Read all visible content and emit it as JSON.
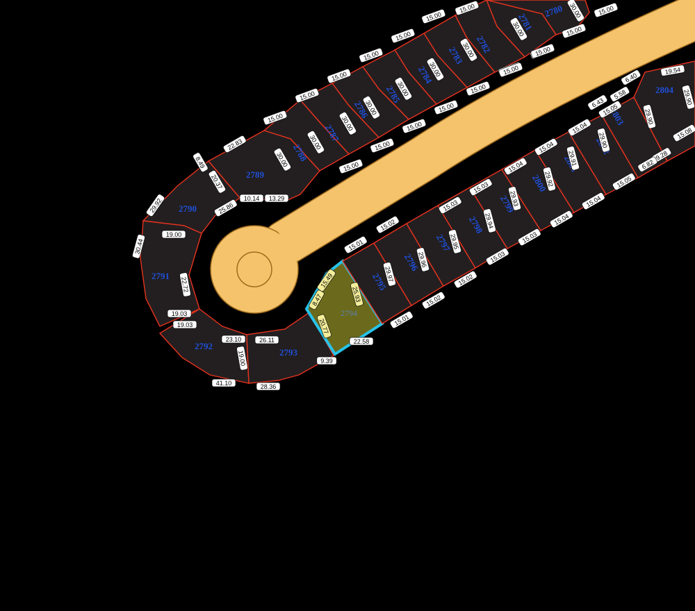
{
  "map": {
    "colors": {
      "background": "#000000",
      "lot_fill": "#231f20",
      "lot_border": "#e8321e",
      "road": "#f4c36b",
      "selected_fill": "#6b6a1c",
      "selected_border": "#27c3ea",
      "lot_number": "#1f4fd8"
    },
    "selected_lot": "2794",
    "lots": [
      {
        "id": "2780",
        "label": "2780"
      },
      {
        "id": "2781",
        "label": "2781"
      },
      {
        "id": "2782",
        "label": "2782"
      },
      {
        "id": "2783",
        "label": "2783"
      },
      {
        "id": "2784",
        "label": "2784"
      },
      {
        "id": "2785",
        "label": "2785"
      },
      {
        "id": "2786",
        "label": "2786"
      },
      {
        "id": "2787",
        "label": "2787"
      },
      {
        "id": "2788",
        "label": "2788"
      },
      {
        "id": "2789",
        "label": "2789"
      },
      {
        "id": "2790",
        "label": "2790"
      },
      {
        "id": "2791",
        "label": "2791"
      },
      {
        "id": "2792",
        "label": "2792"
      },
      {
        "id": "2793",
        "label": "2793"
      },
      {
        "id": "2794",
        "label": "2794"
      },
      {
        "id": "2795",
        "label": "2795"
      },
      {
        "id": "2796",
        "label": "2796"
      },
      {
        "id": "2797",
        "label": "2797"
      },
      {
        "id": "2798",
        "label": "2798"
      },
      {
        "id": "2799",
        "label": "2799"
      },
      {
        "id": "2800",
        "label": "2800"
      },
      {
        "id": "2801",
        "label": "2801"
      },
      {
        "id": "2802",
        "label": "2802"
      },
      {
        "id": "2803",
        "label": "2803"
      },
      {
        "id": "2804",
        "label": "2804"
      }
    ],
    "dimensions": [
      "15.00",
      "15.00",
      "15.00",
      "15.00",
      "15.00",
      "15.00",
      "15.00",
      "15.00",
      "15.00",
      "30.00",
      "30.00",
      "30.00",
      "30.00",
      "30.00",
      "30.00",
      "30.00",
      "30.00",
      "30.00",
      "15.00",
      "15.00",
      "15.00",
      "15.00",
      "15.00",
      "15.00",
      "15.00",
      "15.00",
      "15.00",
      "22.83",
      "8.49",
      "20.37",
      "25.86",
      "10.14",
      "13.29",
      "29.92",
      "19.00",
      "30.44",
      "22.72",
      "19.03",
      "19.03",
      "23.10",
      "19.00",
      "41.10",
      "28.36",
      "26.11",
      "9.39",
      "22.58",
      "15.01",
      "15.01",
      "29.97",
      "15.02",
      "29.96",
      "15.02",
      "15.02",
      "29.95",
      "15.03",
      "15.03",
      "29.94",
      "15.03",
      "15.03",
      "29.93",
      "15.04",
      "15.04",
      "29.92",
      "15.04",
      "15.04",
      "29.91",
      "15.04",
      "15.05",
      "29.90",
      "15.05",
      "6.43",
      "5.58",
      "6.40",
      "19.54",
      "29.90",
      "9.28",
      "6.82",
      "15.08",
      "29.90"
    ],
    "selected_dimensions": [
      "25.93",
      "15.49",
      "8.47",
      "20.77"
    ]
  }
}
